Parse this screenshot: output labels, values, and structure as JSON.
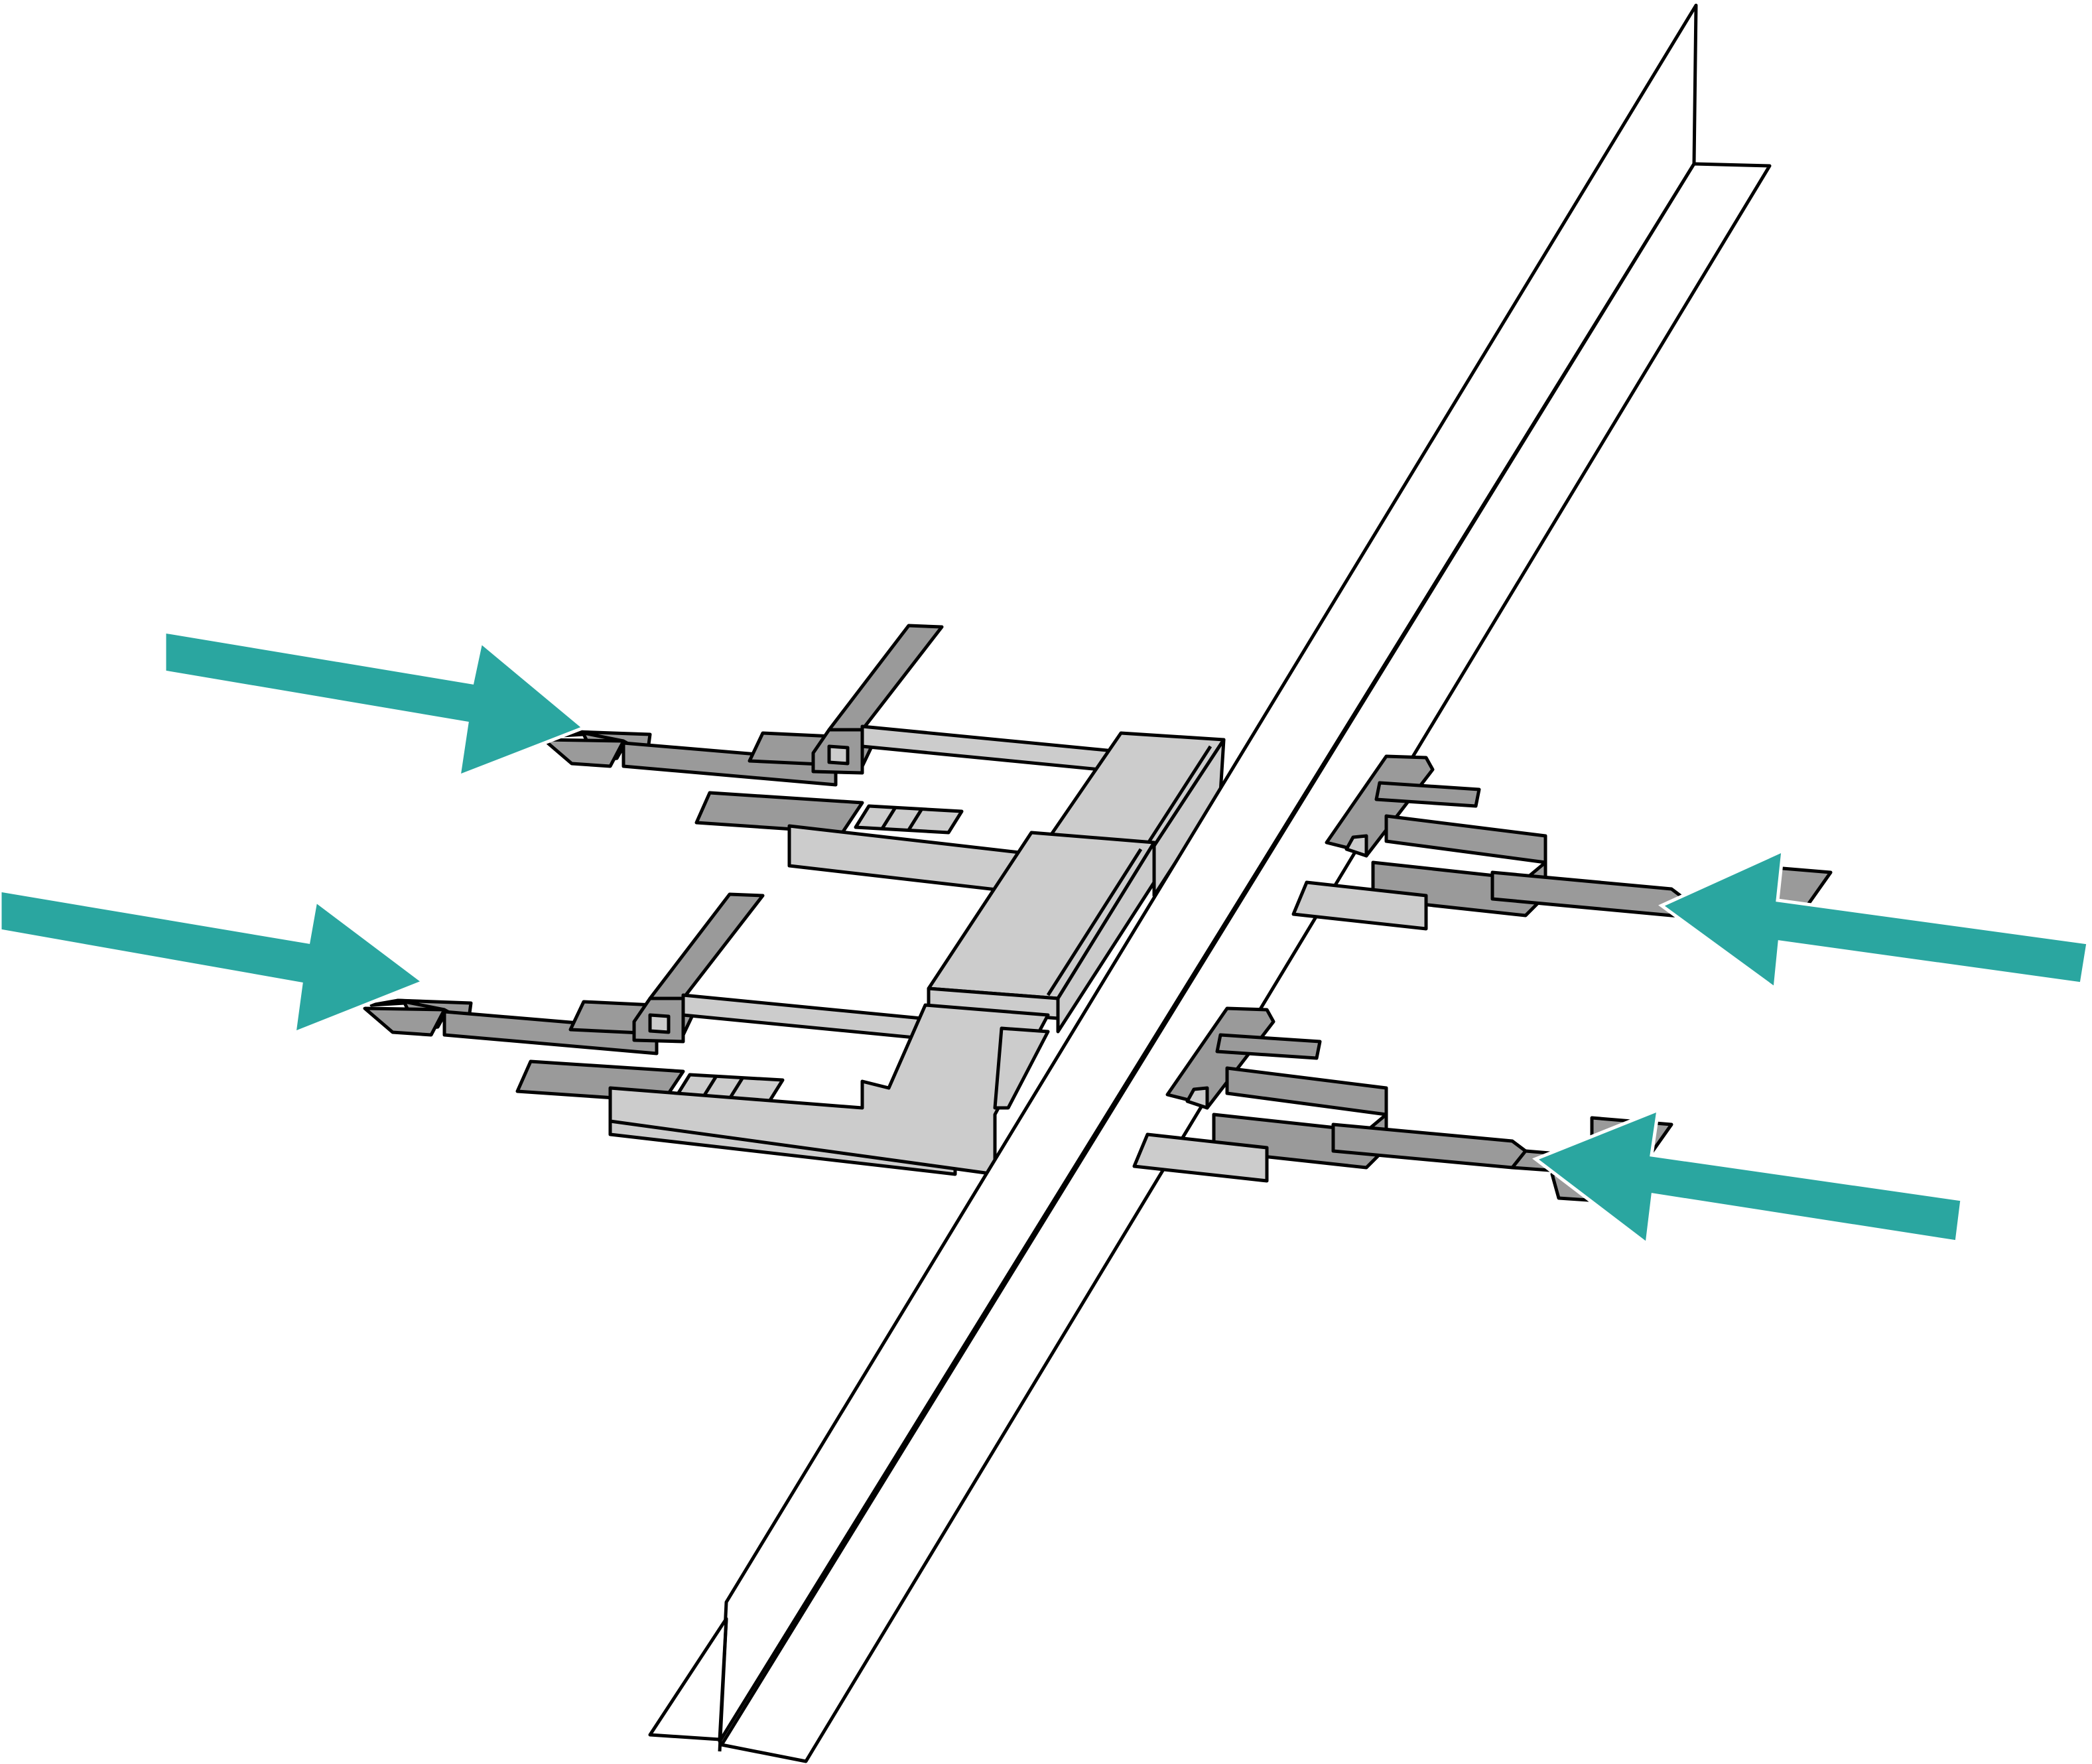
{
  "colors": {
    "background": "#ffffff",
    "outline": "#000000",
    "connector_dark": "#9a9a9a",
    "connector_light": "#cccccc",
    "arrow": "#2aa6a0",
    "rail_fill": "#ffffff"
  },
  "icons": {
    "rail": "angle-rail",
    "connector": "connector-clip",
    "arrow": "push-arrow"
  },
  "arrows": [
    {
      "id": "upper-left",
      "direction": "right"
    },
    {
      "id": "lower-left",
      "direction": "right"
    },
    {
      "id": "upper-right",
      "direction": "left"
    },
    {
      "id": "lower-right",
      "direction": "left"
    }
  ]
}
